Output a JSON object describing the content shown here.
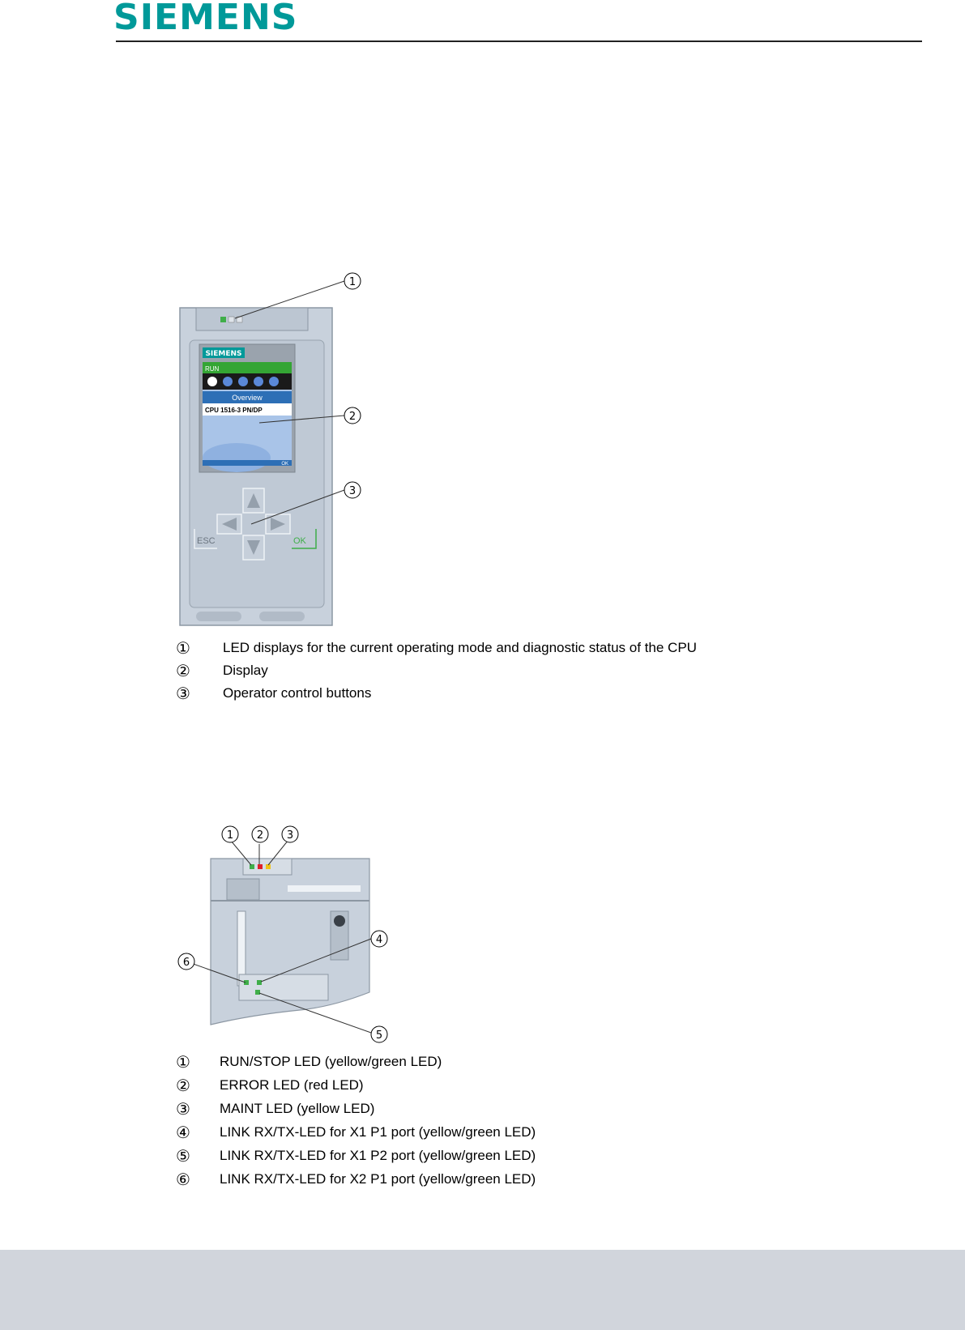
{
  "header": {
    "logo_text": "SIEMENS",
    "brand_color": "#009999"
  },
  "figure1": {
    "device": {
      "screen_brand": "SIEMENS",
      "status": "RUN",
      "menu_title": "Overview",
      "cpu_name": "CPU 1516-3 PN/DP",
      "screen_ok": "OK",
      "esc_label": "ESC",
      "ok_label": "OK"
    },
    "callouts": [
      "①",
      "②",
      "③"
    ],
    "legend": [
      {
        "num": "①",
        "text": "LED displays for the current operating mode and diagnostic status of the CPU"
      },
      {
        "num": "②",
        "text": "Display"
      },
      {
        "num": "③",
        "text": "Operator control buttons"
      }
    ]
  },
  "figure2": {
    "callouts": [
      "①",
      "②",
      "③",
      "④",
      "⑤",
      "⑥"
    ],
    "legend": [
      {
        "num": "①",
        "text": "RUN/STOP LED (yellow/green LED)"
      },
      {
        "num": "②",
        "text": "ERROR LED (red LED)"
      },
      {
        "num": "③",
        "text": "MAINT LED (yellow LED)"
      },
      {
        "num": "④",
        "text": "LINK RX/TX-LED for X1 P1 port (yellow/green LED)"
      },
      {
        "num": "⑤",
        "text": "LINK RX/TX-LED for X1 P2 port (yellow/green LED)"
      },
      {
        "num": "⑥",
        "text": "LINK RX/TX-LED for X2 P1 port (yellow/green LED)"
      }
    ]
  }
}
